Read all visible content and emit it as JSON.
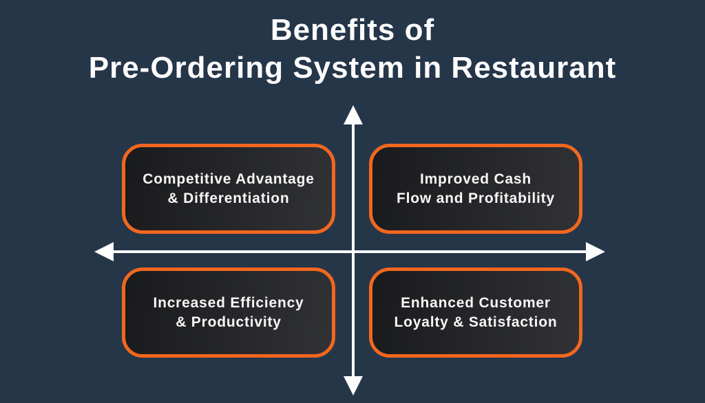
{
  "title": "Benefits of\nPre-Ordering System in Restaurant",
  "quadrants": {
    "top_left": {
      "label": "Competitive Advantage\n& Differentiation"
    },
    "top_right": {
      "label": "Improved Cash\nFlow and Profitability"
    },
    "bottom_left": {
      "label": "Increased Efficiency\n& Productivity"
    },
    "bottom_right": {
      "label": "Enhanced Customer\nLoyalty & Satisfaction"
    }
  },
  "colors": {
    "background": "#253649",
    "accent": "#f2671f",
    "box-dark": "#191a1c",
    "box-light": "#313235",
    "arrow": "#fdfdfd",
    "text": "#f7f7f7",
    "title-color": "#fcfcfc"
  }
}
